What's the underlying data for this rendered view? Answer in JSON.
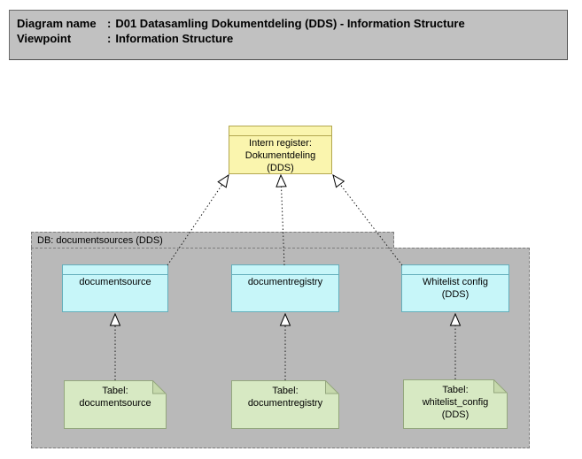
{
  "header": {
    "rows": [
      {
        "label": "Diagram name",
        "separator": ":",
        "value": "D01 Datasamling Dokumentdeling (DDS) - Information Structure"
      },
      {
        "label": "Viewpoint",
        "separator": ":",
        "value": "Information Structure"
      }
    ]
  },
  "diagram": {
    "intern_register": {
      "lines": [
        "Intern register:",
        "Dokumentdeling",
        "(DDS)"
      ]
    },
    "group": {
      "label": "DB: documentsources (DDS)"
    },
    "entities": [
      {
        "lines": [
          "documentsource"
        ]
      },
      {
        "lines": [
          "documentregistry"
        ]
      },
      {
        "lines": [
          "Whitelist config",
          "(DDS)"
        ]
      }
    ],
    "notes": [
      {
        "lines": [
          "Tabel:",
          "documentsource"
        ]
      },
      {
        "lines": [
          "Tabel:",
          "documentregistry"
        ]
      },
      {
        "lines": [
          "Tabel:",
          "whitelist_config",
          "(DDS)"
        ]
      }
    ],
    "relationship_type": "realization (dotted line, hollow triangle arrowhead)"
  },
  "colors": {
    "canvas_bg": "#ffffff",
    "text": "#000000",
    "header_bg": "#c1c1c1",
    "header_border": "#6b6b6b",
    "object_fill": "#faf5ae",
    "object_border": "#b3a750",
    "entity_fill": "#c7f6f9",
    "entity_border": "#64afbc",
    "note_fill": "#d7e9c3",
    "note_border": "#94a77e",
    "note_fold": "#c6d9ac",
    "group_fill": "#b9b9b9",
    "group_border": "#7c7c7c",
    "connector": "#1a1a1a"
  }
}
